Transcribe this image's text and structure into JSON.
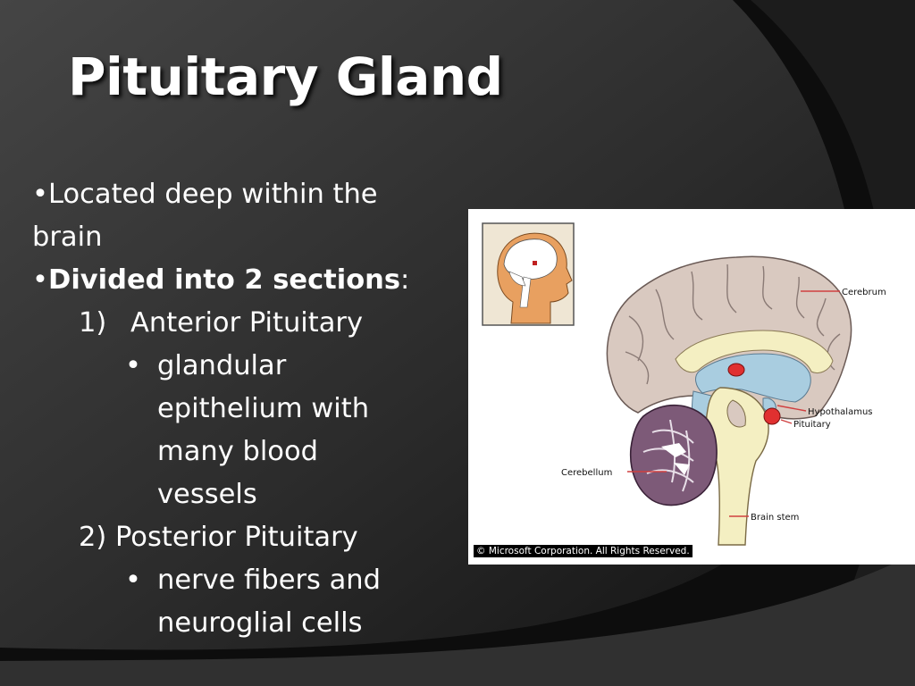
{
  "title": "Pituitary Gland",
  "bullets": {
    "b1_line1": "•Located deep within the",
    "b1_line2": "brain",
    "b2_bullet": "•",
    "b2_bold": "Divided into 2 sections",
    "b2_colon": ":",
    "n1_num": "1)",
    "n1_text": "Anterior Pituitary",
    "n1_sub_bullet": "•",
    "n1_sub_lines": [
      "glandular",
      "epithelium with",
      "many blood",
      "vessels"
    ],
    "n2_text": "2) Posterior Pituitary",
    "n2_sub_bullet": "•",
    "n2_sub_lines": [
      "nerve fibers and",
      "neuroglial cells"
    ]
  },
  "figure": {
    "labels": {
      "cerebrum": "Cerebrum",
      "hypothalamus": "Hypothalamus",
      "pituitary": "Pituitary",
      "cerebellum": "Cerebellum",
      "brain_stem": "Brain stem"
    },
    "copyright": "© Microsoft Corporation. All Rights Reserved."
  },
  "colors": {
    "background_dark": "#0c0c0c",
    "background_gray": "#3a3a3a",
    "brain_tissue": "#d9c9c0",
    "ventricle_blue": "#a9cde0",
    "cerebellum_purple": "#7d5a78",
    "brain_stem_cream": "#f4efc2",
    "pituitary_red": "#e03030",
    "label_line": "#d04040",
    "head_skin": "#e8a060"
  }
}
